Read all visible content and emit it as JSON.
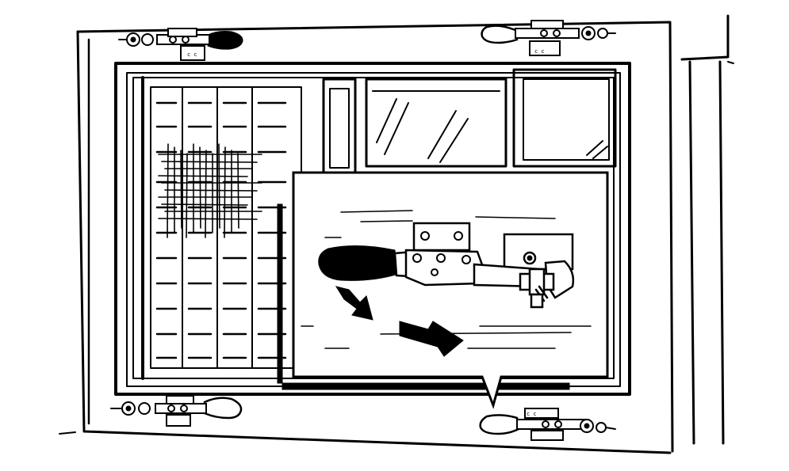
{
  "figure": {
    "clamp_plate_labels": [
      {
        "id": "top-left",
        "text": "c c"
      },
      {
        "id": "top-right",
        "text": "c c"
      },
      {
        "id": "bottom-right",
        "text": "c c"
      }
    ]
  },
  "colors": {
    "ink": "#000000",
    "paper": "#ffffff"
  }
}
